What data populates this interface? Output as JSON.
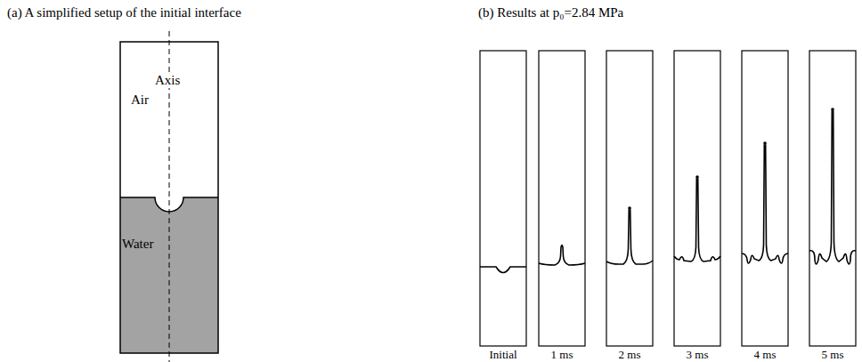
{
  "diagram": {
    "labels": [
      "(a) A simplified setup of the initial interface",
      "(b) Results at p₀=2.84 MPa",
      "Axis",
      "Air",
      "Water",
      "Initial",
      "1 ms",
      "2 ms",
      "3 ms",
      "4 ms",
      "5 ms"
    ]
  }
}
